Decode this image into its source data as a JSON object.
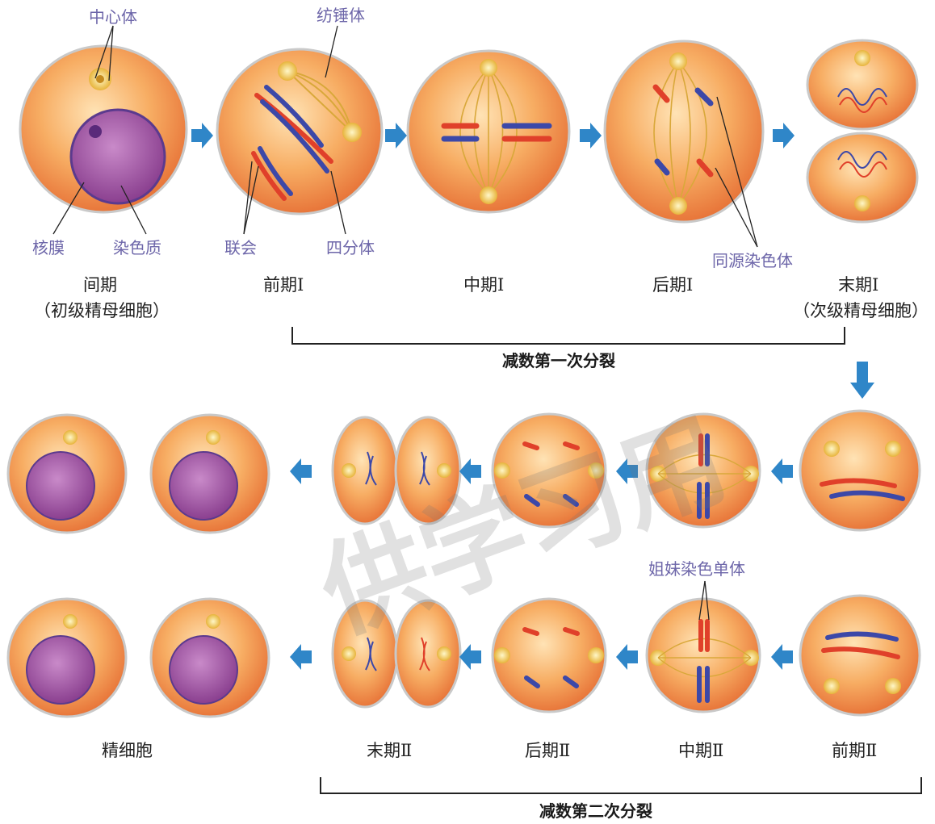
{
  "labels": {
    "centrosome": "中心体",
    "spindle": "纺锤体",
    "nuclear_membrane": "核膜",
    "chromatin": "染色质",
    "synapsis": "联会",
    "tetrad": "四分体",
    "homologous_chromosomes": "同源染色体",
    "sister_chromatids": "姐妹染色单体"
  },
  "stages": {
    "interphase": "间期",
    "primary_spermatocyte": "（初级精母细胞）",
    "prophase1": "前期Ⅰ",
    "metaphase1": "中期Ⅰ",
    "anaphase1": "后期Ⅰ",
    "telophase1": "末期Ⅰ",
    "secondary_spermatocyte": "（次级精母细胞）",
    "prophase2": "前期Ⅱ",
    "metaphase2": "中期Ⅱ",
    "anaphase2": "后期Ⅱ",
    "telophase2": "末期Ⅱ",
    "sperm_cell": "精细胞"
  },
  "brackets": {
    "meiosis1": "减数第一次分裂",
    "meiosis2": "减数第二次分裂"
  },
  "watermark": "供学习用",
  "colors": {
    "cell": "#f08a3c",
    "cell_light": "#ffe6b8",
    "red_chromosome": "#e0402a",
    "blue_chromosome": "#3c48a8",
    "spindle": "#d9a83a",
    "arrow": "#2f86c8",
    "label_blue": "#6d66a9",
    "nucleus": "#9a4f9e"
  }
}
